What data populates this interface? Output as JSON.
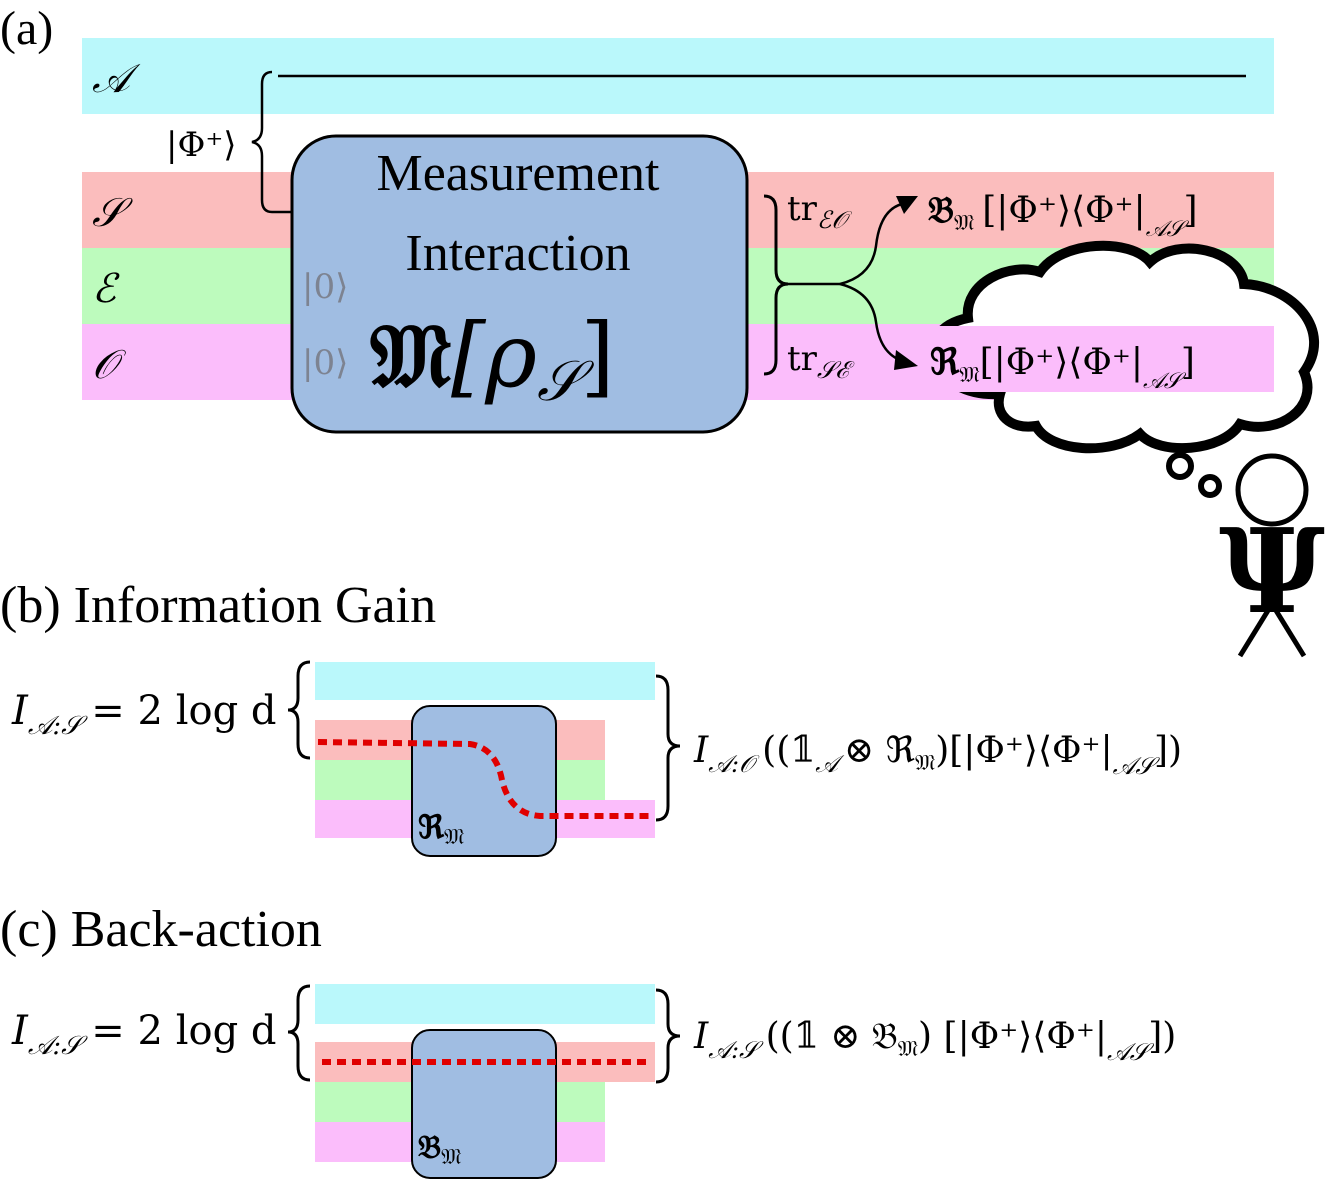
{
  "colors": {
    "A": "#baf8fb",
    "S": "#fbbdbd",
    "E": "#bdfbbd",
    "O": "#fbbdfb",
    "box": "#a0bde2",
    "path": "#e00000"
  },
  "panel_a": {
    "label": "(a)",
    "rows": {
      "A": "𝒜",
      "S": "𝒮",
      "E": "ℰ",
      "O": "𝒪"
    },
    "bell_state": "|Φ⁺⟩",
    "box_line1": "Measurement",
    "box_line2": "Interaction",
    "box_math_frak": "𝔐",
    "box_math_rest": "[ρ",
    "box_math_sub": "𝒮",
    "box_math_close": "]",
    "ket0_upper": "|0⟩",
    "ket0_lower": "|0⟩",
    "trace_upper": "tr",
    "trace_upper_sub": "ℰ𝒪",
    "trace_lower": "tr",
    "trace_lower_sub": "𝒮ℰ",
    "backaction_map": "𝔅",
    "backaction_map_sub": "𝔐",
    "backaction_state": "[|Φ⁺⟩⟨Φ⁺|",
    "backaction_state_sub": "𝒜𝒮",
    "backaction_close": "]",
    "record_map": "ℜ",
    "record_map_sub": "𝔐",
    "record_state": "[|Φ⁺⟩⟨Φ⁺|",
    "record_state_sub": "𝒜𝒮",
    "record_close": "]",
    "observer_glyph": "Ψ"
  },
  "panel_b": {
    "label": "(b) Information Gain",
    "lhs": "I",
    "lhs_sub": "𝒜:𝒮",
    "lhs_rest": "= 2 log d",
    "map": "ℜ",
    "map_sub": "𝔐",
    "rhs": "I",
    "rhs_sub": "𝒜:𝒪",
    "rhs_rest": "((𝟙",
    "rhs_sub2": "𝒜",
    "rhs_rest2": "⊗ ℜ",
    "rhs_sub3": "𝔐",
    "rhs_rest3": ")[|Φ⁺⟩⟨Φ⁺|",
    "rhs_sub4": "𝒜𝒮",
    "rhs_close": "])"
  },
  "panel_c": {
    "label": "(c) Back-action",
    "lhs": "I",
    "lhs_sub": "𝒜:𝒮",
    "lhs_rest": "= 2 log d",
    "map": "𝔅",
    "map_sub": "𝔐",
    "rhs": "I",
    "rhs_sub": "𝒜:𝒮",
    "rhs_rest": "((𝟙 ⊗ 𝔅",
    "rhs_sub2": "𝔐",
    "rhs_rest2": ") [|Φ⁺⟩⟨Φ⁺|",
    "rhs_sub3": "𝒜𝒮",
    "rhs_close": "])"
  }
}
